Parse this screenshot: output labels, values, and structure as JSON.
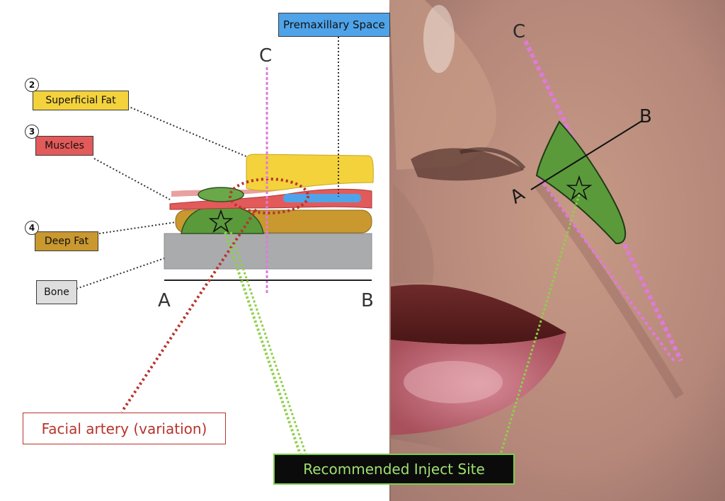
{
  "labels": {
    "premaxillary_space": "Premaxillary Space",
    "superficial_fat": "Superficial Fat",
    "superficial_fat_num": "2",
    "muscles": "Muscles",
    "muscles_num": "3",
    "deep_fat": "Deep Fat",
    "deep_fat_num": "4",
    "bone": "Bone",
    "facial_artery": "Facial artery (variation)",
    "recommended_inject_site": "Recommended Inject Site"
  },
  "axes": {
    "left_a": "A",
    "left_b": "B",
    "left_c": "C",
    "right_a": "A",
    "right_b": "B",
    "right_c": "C"
  },
  "colors": {
    "premaxillary_space": "#4fa3e8",
    "superficial_fat": "#f3d23c",
    "muscles": "#e35a5a",
    "deep_fat": "#c9982e",
    "bone": "#a9abad",
    "bone_label": "#dedede",
    "inject_site": "#5a9a3a",
    "facial_artery": "#b8332c",
    "plane_line": "#e07ad8",
    "inject_line": "#8ed04a",
    "inject_box_bg": "#0b0b0b",
    "inject_box_border": "#7fcf4a",
    "inject_text": "#9fe070"
  }
}
